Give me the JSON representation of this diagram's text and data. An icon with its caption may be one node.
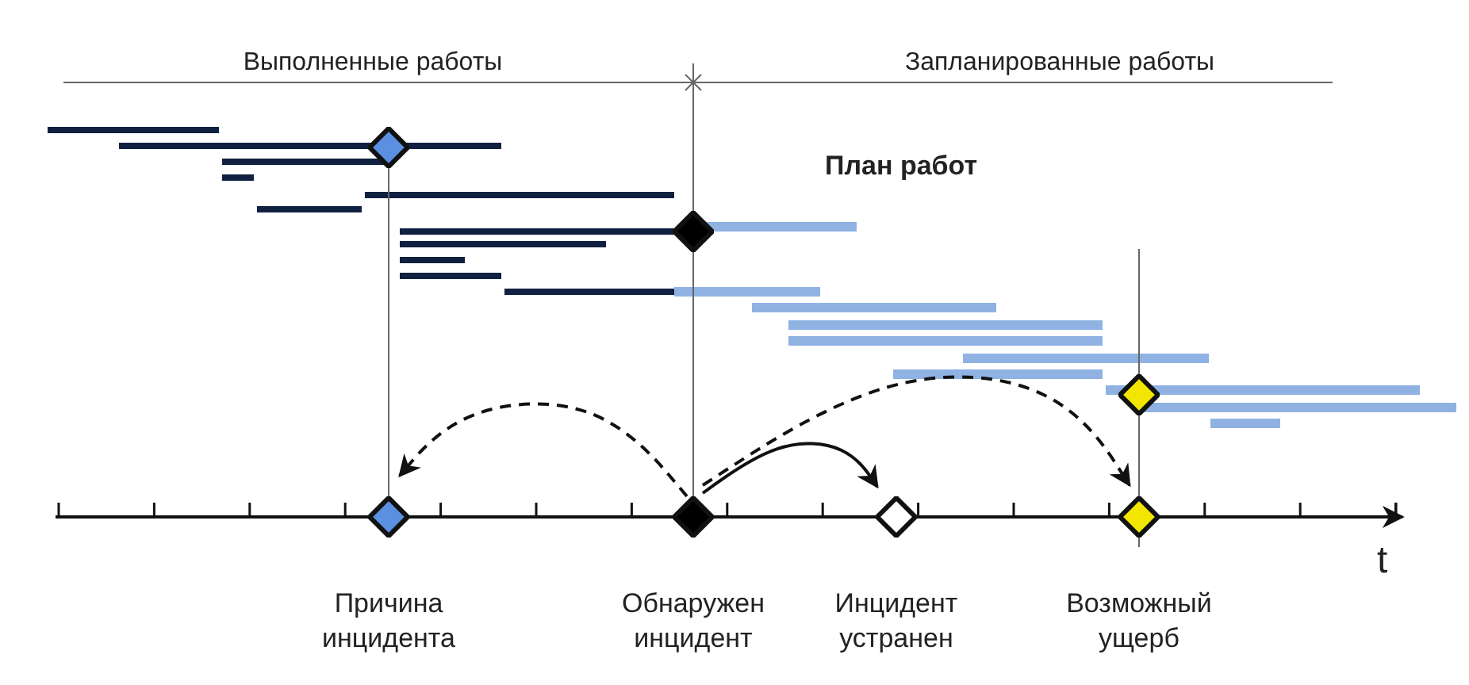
{
  "diagram": {
    "nodes": [
      {
        "text": [],
        "shape": "diamond"
      },
      {
        "text": [],
        "shape": "diamond"
      },
      {
        "text": [],
        "shape": "diamond"
      },
      {
        "text": [],
        "shape": "diamond",
        "beside": [
          "Причина инцидента"
        ]
      },
      {
        "text": [],
        "shape": "diamond",
        "beside": [
          "Обнаружен инцидент"
        ]
      },
      {
        "text": [],
        "shape": "diamond",
        "beside": [
          "Инцидент устранен"
        ]
      },
      {
        "text": [],
        "shape": "diamond",
        "beside": [
          "Возможный ущерб"
        ]
      }
    ],
    "edges": [
      {
        "from": 0,
        "to": 3,
        "arrow": "none"
      },
      {
        "from": 1,
        "to": 4,
        "arrow": "none"
      },
      {
        "from": 2,
        "to": 6,
        "arrow": "none"
      },
      {
        "from": 4,
        "to": 3,
        "arrow": "to",
        "style": "dashed"
      },
      {
        "from": 4,
        "to": 5,
        "arrow": "to"
      },
      {
        "from": 4,
        "to": 6,
        "arrow": "to",
        "style": "dashed"
      }
    ],
    "labels": [
      "Выполненные работы",
      "Запланированные работы",
      "План работ",
      "t"
    ]
  }
}
